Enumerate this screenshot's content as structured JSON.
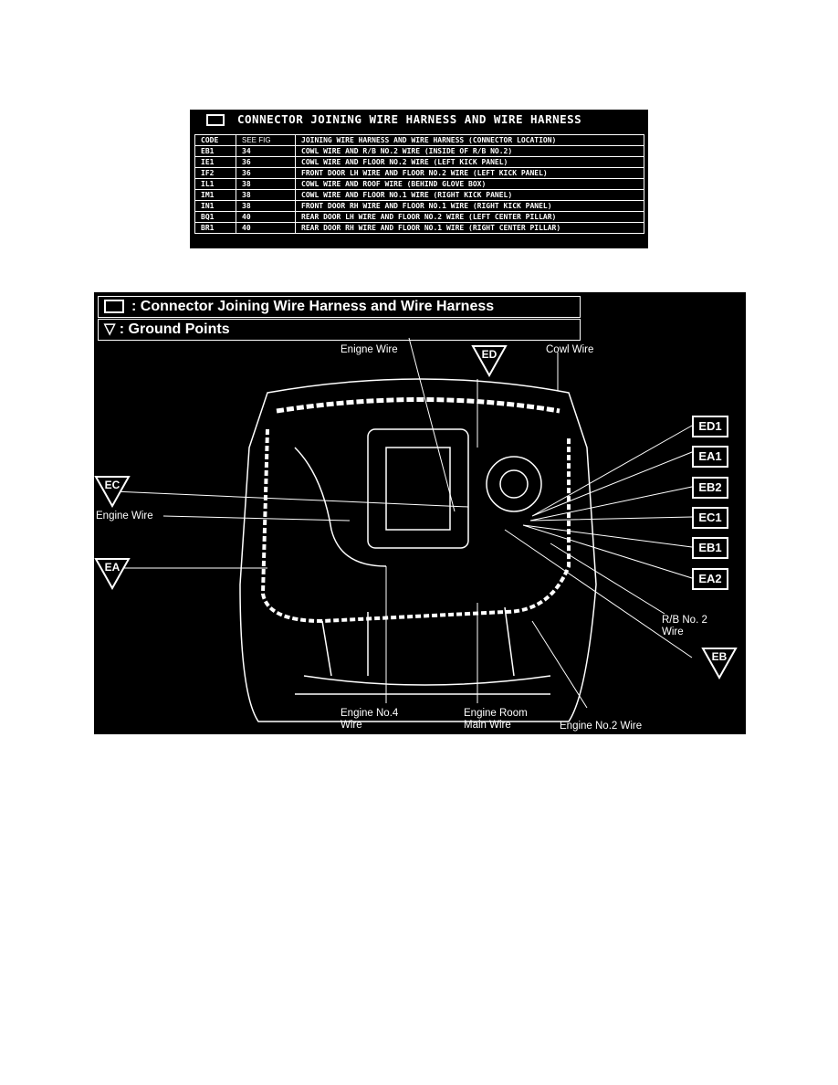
{
  "table": {
    "title": "CONNECTOR JOINING WIRE HARNESS AND WIRE HARNESS",
    "headers": [
      "CODE",
      "SEE FIG",
      "JOINING WIRE HARNESS AND WIRE HARNESS (CONNECTOR LOCATION)"
    ],
    "rows": [
      [
        "EB1",
        "34",
        "COWL WIRE AND R/B NO.2 WIRE (INSIDE OF R/B NO.2)"
      ],
      [
        "IE1",
        "36",
        "COWL WIRE AND FLOOR NO.2 WIRE (LEFT KICK PANEL)"
      ],
      [
        "IF2",
        "36",
        "FRONT DOOR LH WIRE AND FLOOR NO.2 WIRE (LEFT KICK PANEL)"
      ],
      [
        "IL1",
        "38",
        "COWL WIRE AND ROOF WIRE (BEHIND GLOVE BOX)"
      ],
      [
        "IM1",
        "38",
        "COWL WIRE AND FLOOR NO.1 WIRE (RIGHT KICK PANEL)"
      ],
      [
        "IN1",
        "38",
        "FRONT DOOR RH WIRE AND FLOOR NO.1 WIRE (RIGHT KICK PANEL)"
      ],
      [
        "BQ1",
        "40",
        "REAR DOOR LH WIRE AND FLOOR NO.2 WIRE (LEFT CENTER PILLAR)"
      ],
      [
        "BR1",
        "40",
        "REAR DOOR RH WIRE AND FLOOR NO.1 WIRE (RIGHT CENTER PILLAR)"
      ]
    ]
  },
  "diagram": {
    "legend_connector": ": Connector Joining Wire Harness and Wire Harness",
    "legend_ground": ": Ground Points",
    "labels": {
      "enigne_wire_top": "Enigne Wire",
      "cowl_wire": "Cowl Wire",
      "engine_wire_left": "Engine Wire",
      "rb_no2": "R/B No. 2",
      "rb_no2_2": "Wire",
      "engine_no4": "Engine No.4",
      "engine_no4_2": "Wire",
      "engine_room": "Engine Room",
      "engine_room_2": "Main Wire",
      "engine_no2": "Engine No.2 Wire"
    },
    "grounds": [
      "ED",
      "EC",
      "EA",
      "EB"
    ],
    "connectors": [
      "ED1",
      "EA1",
      "EB2",
      "EC1",
      "EB1",
      "EA2"
    ]
  }
}
